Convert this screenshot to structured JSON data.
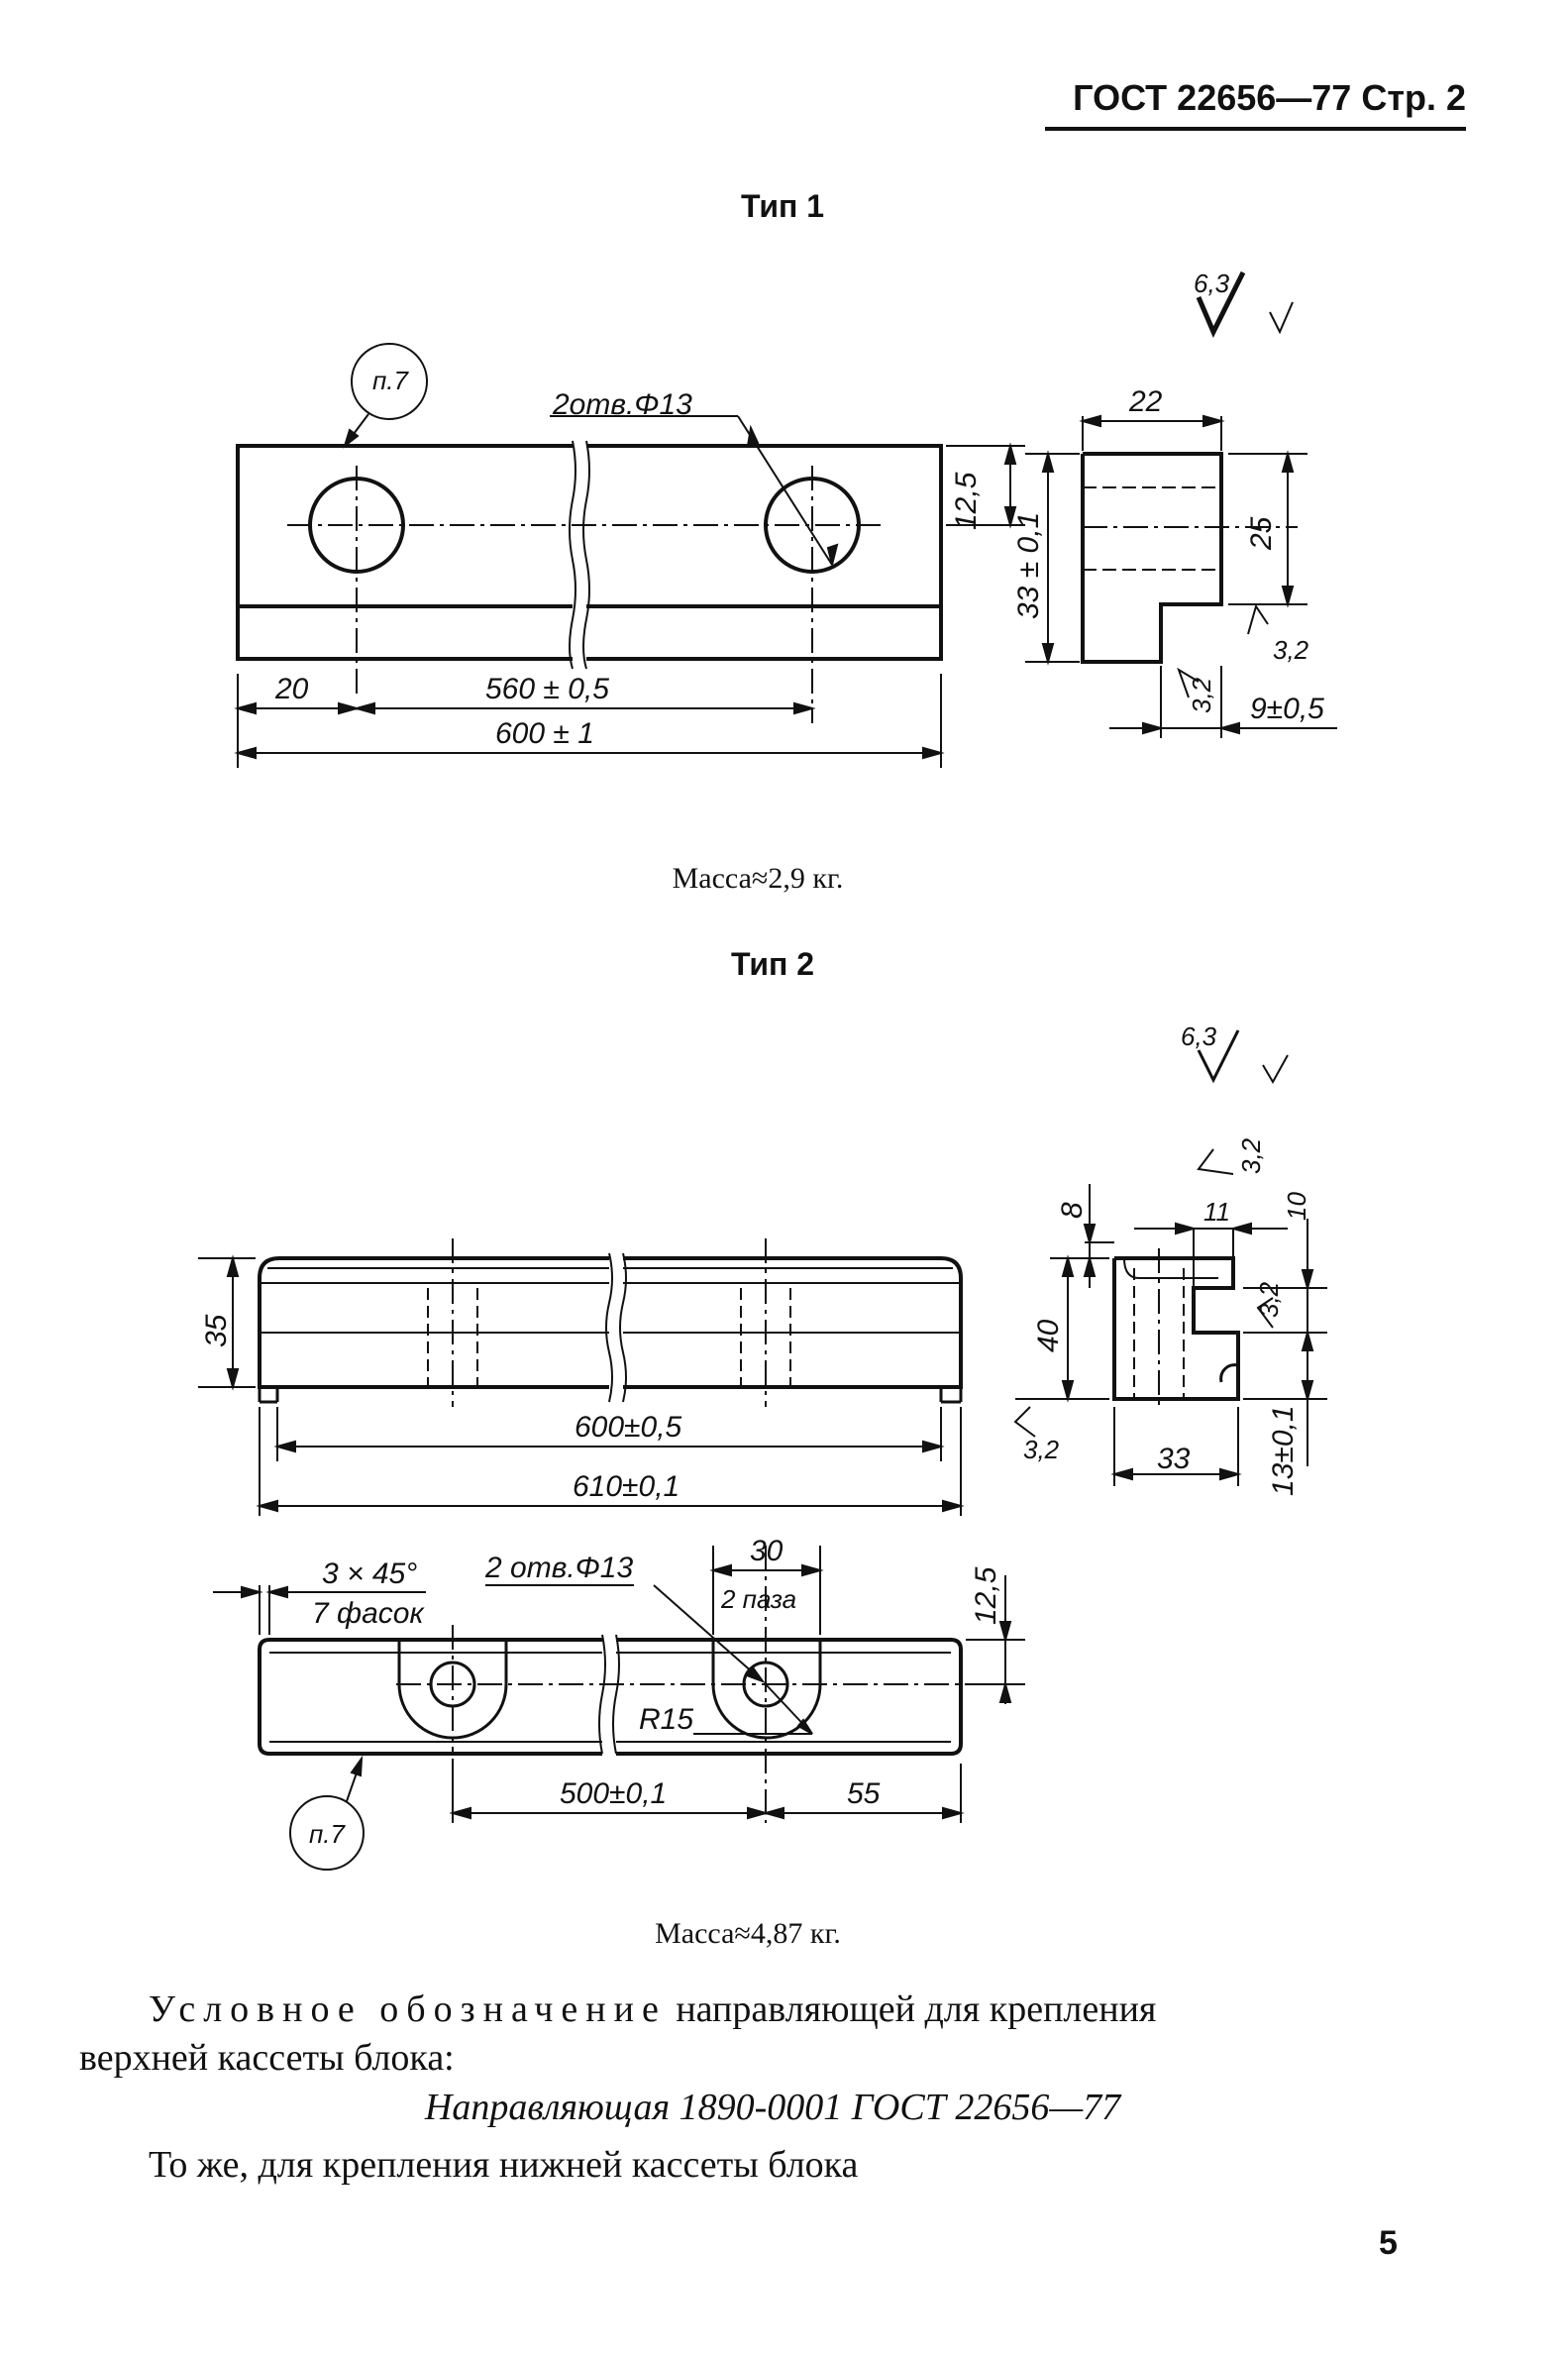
{
  "header": {
    "standard": "ГОСТ 22656—77",
    "page_label": "Стр. 2"
  },
  "type1": {
    "title": "Тип 1",
    "callout": "п.7",
    "holes": "2отв.Φ13",
    "roughness_main": "6,3",
    "roughness_main_suffix": "(√)",
    "dims": {
      "d1": "20",
      "d2": "560 ± 0,5",
      "d3": "600 ± 1",
      "d4": "12,5",
      "d5": "22",
      "d6": "25",
      "d7": "33 ± 0,1",
      "d8": "9±0,5",
      "r1": "3,2",
      "r2": "3,2"
    },
    "mass": "Масса≈2,9 кг."
  },
  "type2": {
    "title": "Тип 2",
    "callout": "п.7",
    "holes": "2 отв.Φ13",
    "slots": "2 паза",
    "chamfer": "3 × 45°",
    "chamfer_count": "7 фасок",
    "roughness_main": "6,3",
    "roughness_main_suffix": "(√)",
    "dims": {
      "d35": "35",
      "d600": "600±0,5",
      "d610": "610±0,1",
      "d30": "30",
      "d125": "12,5",
      "r15": "R15",
      "d500": "500±0,1",
      "d55": "55",
      "d8": "8",
      "d11": "11",
      "d10": "10",
      "d40": "40",
      "d33": "33",
      "d13": "13±0,1",
      "r32a": "3,2",
      "r32b": "3,2",
      "r32c": "3,2"
    },
    "mass": "Масса≈4,87 кг."
  },
  "text": {
    "line1_spaced": "Условное обозначение",
    "line1_rest": " направляющей для крепления",
    "line2": "верхней кассеты блока:",
    "designation": "Направляющая 1890-0001 ГОСТ 22656—77",
    "line4": "То же, для крепления нижней кассеты блока"
  },
  "page_number": "5"
}
